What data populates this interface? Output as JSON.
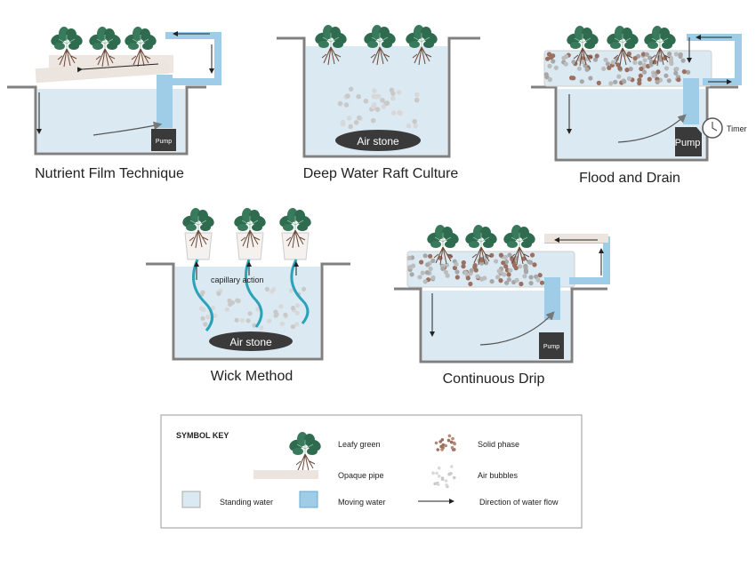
{
  "systems": {
    "nft": {
      "title": "Nutrient Film Technique",
      "pump": "Pump"
    },
    "dwc": {
      "title": "Deep Water Raft Culture",
      "airstone": "Air stone"
    },
    "flood": {
      "title": "Flood and Drain",
      "pump": "Pump",
      "timer": "Timer"
    },
    "wick": {
      "title": "Wick Method",
      "capillary": "capillary action",
      "airstone": "Air stone"
    },
    "drip": {
      "title": "Continuous Drip",
      "pump": "Pump"
    }
  },
  "key": {
    "heading": "SYMBOL KEY",
    "leafy": "Leafy green",
    "solid": "Solid phase",
    "pipe": "Opaque pipe",
    "bubbles": "Air bubbles",
    "standing": "Standing water",
    "moving": "Moving water",
    "flow": "Direction of water flow"
  },
  "colors": {
    "standing_water": "#dbe9f2",
    "moving_water": "#9fcde8",
    "tank_outline": "#808080",
    "pipe": "#ece4de",
    "leaf": "#2e6b4f",
    "leaf_light": "#6fa88a",
    "root": "#6b4a3a",
    "solid": "#9a7060",
    "bubble": "#c9c9c9",
    "pump": "#3a3a3a",
    "wick": "#2aa3b8"
  }
}
